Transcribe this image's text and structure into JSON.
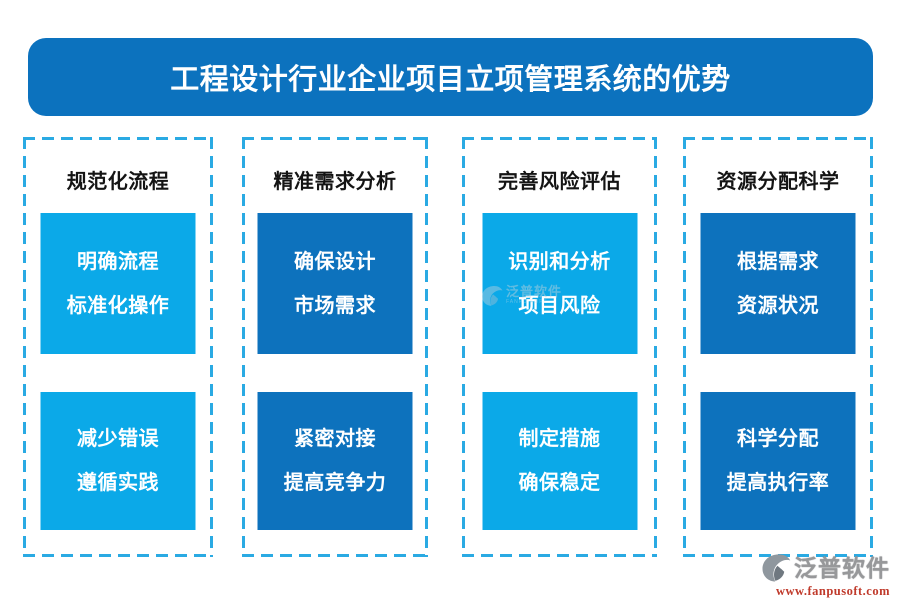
{
  "title": "工程设计行业企业项目立项管理系统的优势",
  "colors": {
    "title_bar_blue": "#0C72BE",
    "light_box_blue": "#0BA9E8",
    "dark_box_blue": "#0D72BD",
    "dashed_border_blue": "#2AAAE3",
    "header_text": "#141414",
    "box_text": "#FFFFFF",
    "brand_gray": "#97989A",
    "brand_url_red": "#C03A2B"
  },
  "columns": [
    {
      "header": "规范化流程",
      "tone": "light",
      "boxes": [
        {
          "line1": "明确流程",
          "line2": "标准化操作"
        },
        {
          "line1": "减少错误",
          "line2": "遵循实践"
        }
      ]
    },
    {
      "header": "精准需求分析",
      "tone": "dark",
      "boxes": [
        {
          "line1": "确保设计",
          "line2": "市场需求"
        },
        {
          "line1": "紧密对接",
          "line2": "提高竞争力"
        }
      ]
    },
    {
      "header": "完善风险评估",
      "tone": "light",
      "boxes": [
        {
          "line1": "识别和分析",
          "line2": "项目风险"
        },
        {
          "line1": "制定措施",
          "line2": "确保稳定"
        }
      ]
    },
    {
      "header": "资源分配科学",
      "tone": "dark",
      "boxes": [
        {
          "line1": "根据需求",
          "line2": "资源状况"
        },
        {
          "line1": "科学分配",
          "line2": "提高执行率"
        }
      ]
    }
  ],
  "watermark": {
    "name": "泛普软件",
    "subtext": "FANPU SOFT"
  },
  "footer": {
    "name": "泛普软件",
    "url": "www.fanpusoft.com"
  }
}
